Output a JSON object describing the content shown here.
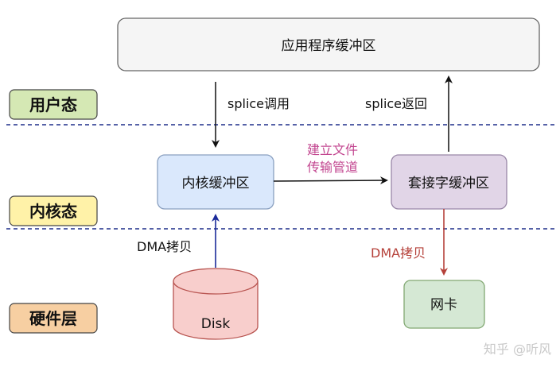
{
  "layers": {
    "user": "用户态",
    "kernel": "内核态",
    "hardware": "硬件层"
  },
  "nodes": {
    "app_buffer": "应用程序缓冲区",
    "kernel_buffer": "内核缓冲区",
    "socket_buffer": "套接字缓冲区",
    "disk": "Disk",
    "nic": "网卡"
  },
  "edges": {
    "splice_call": "splice调用",
    "splice_return": "splice返回",
    "pipe_line1": "建立文件",
    "pipe_line2": "传输管道",
    "dma_copy_left": "DMA拷贝",
    "dma_copy_right": "DMA拷贝"
  },
  "watermark": "知乎 @听风",
  "colors": {
    "user_layer_fill": "#d5e8b4",
    "kernel_layer_fill": "#fff2a8",
    "hardware_layer_fill": "#f7cfa2",
    "app_buffer_fill": "#f5f5f5",
    "kernel_buffer_fill": "#dae8fc",
    "socket_buffer_fill": "#e1d5e7",
    "disk_fill": "#f8cecc",
    "nic_fill": "#d5e8d4",
    "divider": "#1f2f8a",
    "pink_text": "#c2458f",
    "red_text": "#b5413a",
    "blue_arrow": "#1a2a9a",
    "red_arrow": "#b5413a"
  }
}
